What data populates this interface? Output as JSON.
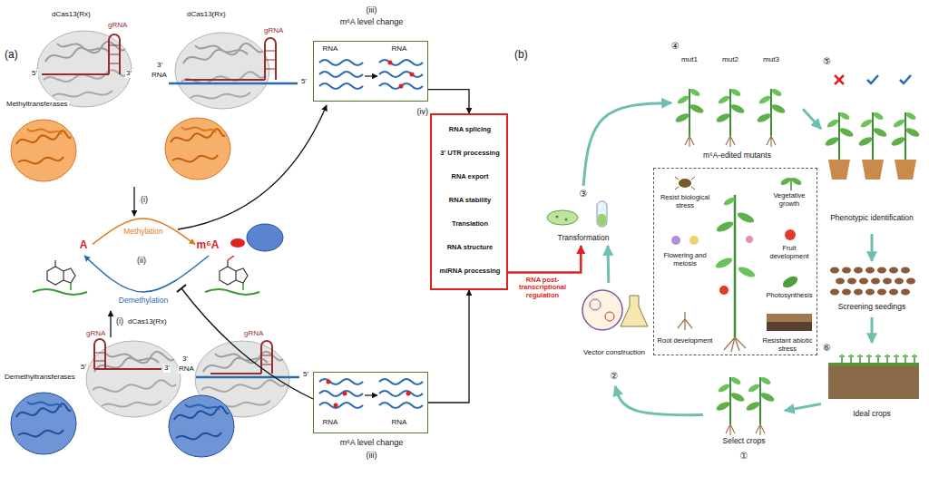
{
  "diagram": {
    "nodes": [
      {
        "text": [
          "(iii)",
          "m⁶A level change",
          "RNA",
          "RNA"
        ]
      },
      {
        "text": [
          "RNA",
          "RNA",
          "m⁶A level change",
          "(iii)"
        ]
      },
      {
        "text": [
          "(iv)",
          "RNA splicing",
          "3' UTR processing",
          "RNA export",
          "RNA stability",
          "Translation",
          "RNA structure",
          "miRNA processing"
        ]
      },
      {
        "text": [
          "A"
        ]
      },
      {
        "text": [
          "m⁶A"
        ]
      },
      {
        "text": [
          "Select crops",
          "①"
        ]
      },
      {
        "text": [
          "Vector construction",
          "②"
        ]
      },
      {
        "text": [
          "③",
          "Transformation"
        ]
      },
      {
        "text": [
          "④",
          "mut1",
          "mut2",
          "mut3",
          "m⁶A-edited mutants"
        ]
      },
      {
        "text": [
          "Resist biological stress",
          "Vegetative growth",
          "Flowering and meiosis",
          "Fruit development",
          "Photosynthesis",
          "Root development",
          "Resistant abiotic stress"
        ]
      },
      {
        "text": [
          "⑤",
          "Phenotypic identification"
        ]
      },
      {
        "text": [
          "Screening seedings"
        ]
      },
      {
        "text": [
          "⑥",
          "Ideal crops"
        ]
      }
    ],
    "edges": [
      {
        "from": 0,
        "to": 2,
        "arrow": "to"
      },
      {
        "from": 1,
        "to": 2,
        "arrow": "to"
      },
      {
        "from": 3,
        "to": 4,
        "label": "Methylation",
        "arrow": "to"
      },
      {
        "from": 4,
        "to": 3,
        "label": "Demethylation",
        "arrow": "to"
      },
      {
        "from": 2,
        "to": 7,
        "label": "RNA post-transcriptional regulation",
        "arrow": "to"
      },
      {
        "from": 5,
        "to": 6,
        "arrow": "to"
      },
      {
        "from": 6,
        "to": 7,
        "arrow": "to"
      },
      {
        "from": 7,
        "to": 8,
        "arrow": "to"
      },
      {
        "from": 8,
        "to": 10,
        "arrow": "to"
      },
      {
        "from": 10,
        "to": 11,
        "arrow": "to"
      },
      {
        "from": 11,
        "to": 12,
        "arrow": "to"
      },
      {
        "from": 12,
        "to": 5,
        "arrow": "to"
      }
    ],
    "labels": [
      "(a)",
      "dCas13(Rx)",
      "gRNA",
      "5'",
      "3'",
      "Methyltransferases",
      "dCas13(Rx)",
      "gRNA",
      "3'",
      "RNA",
      "5'",
      "(i)",
      "(ii)",
      "(i)",
      "dCas13(Rx)",
      "gRNA",
      "Demethyltransferases",
      "5'",
      "3'",
      "3'",
      "RNA",
      "5'",
      "gRNA",
      "(b)"
    ]
  }
}
